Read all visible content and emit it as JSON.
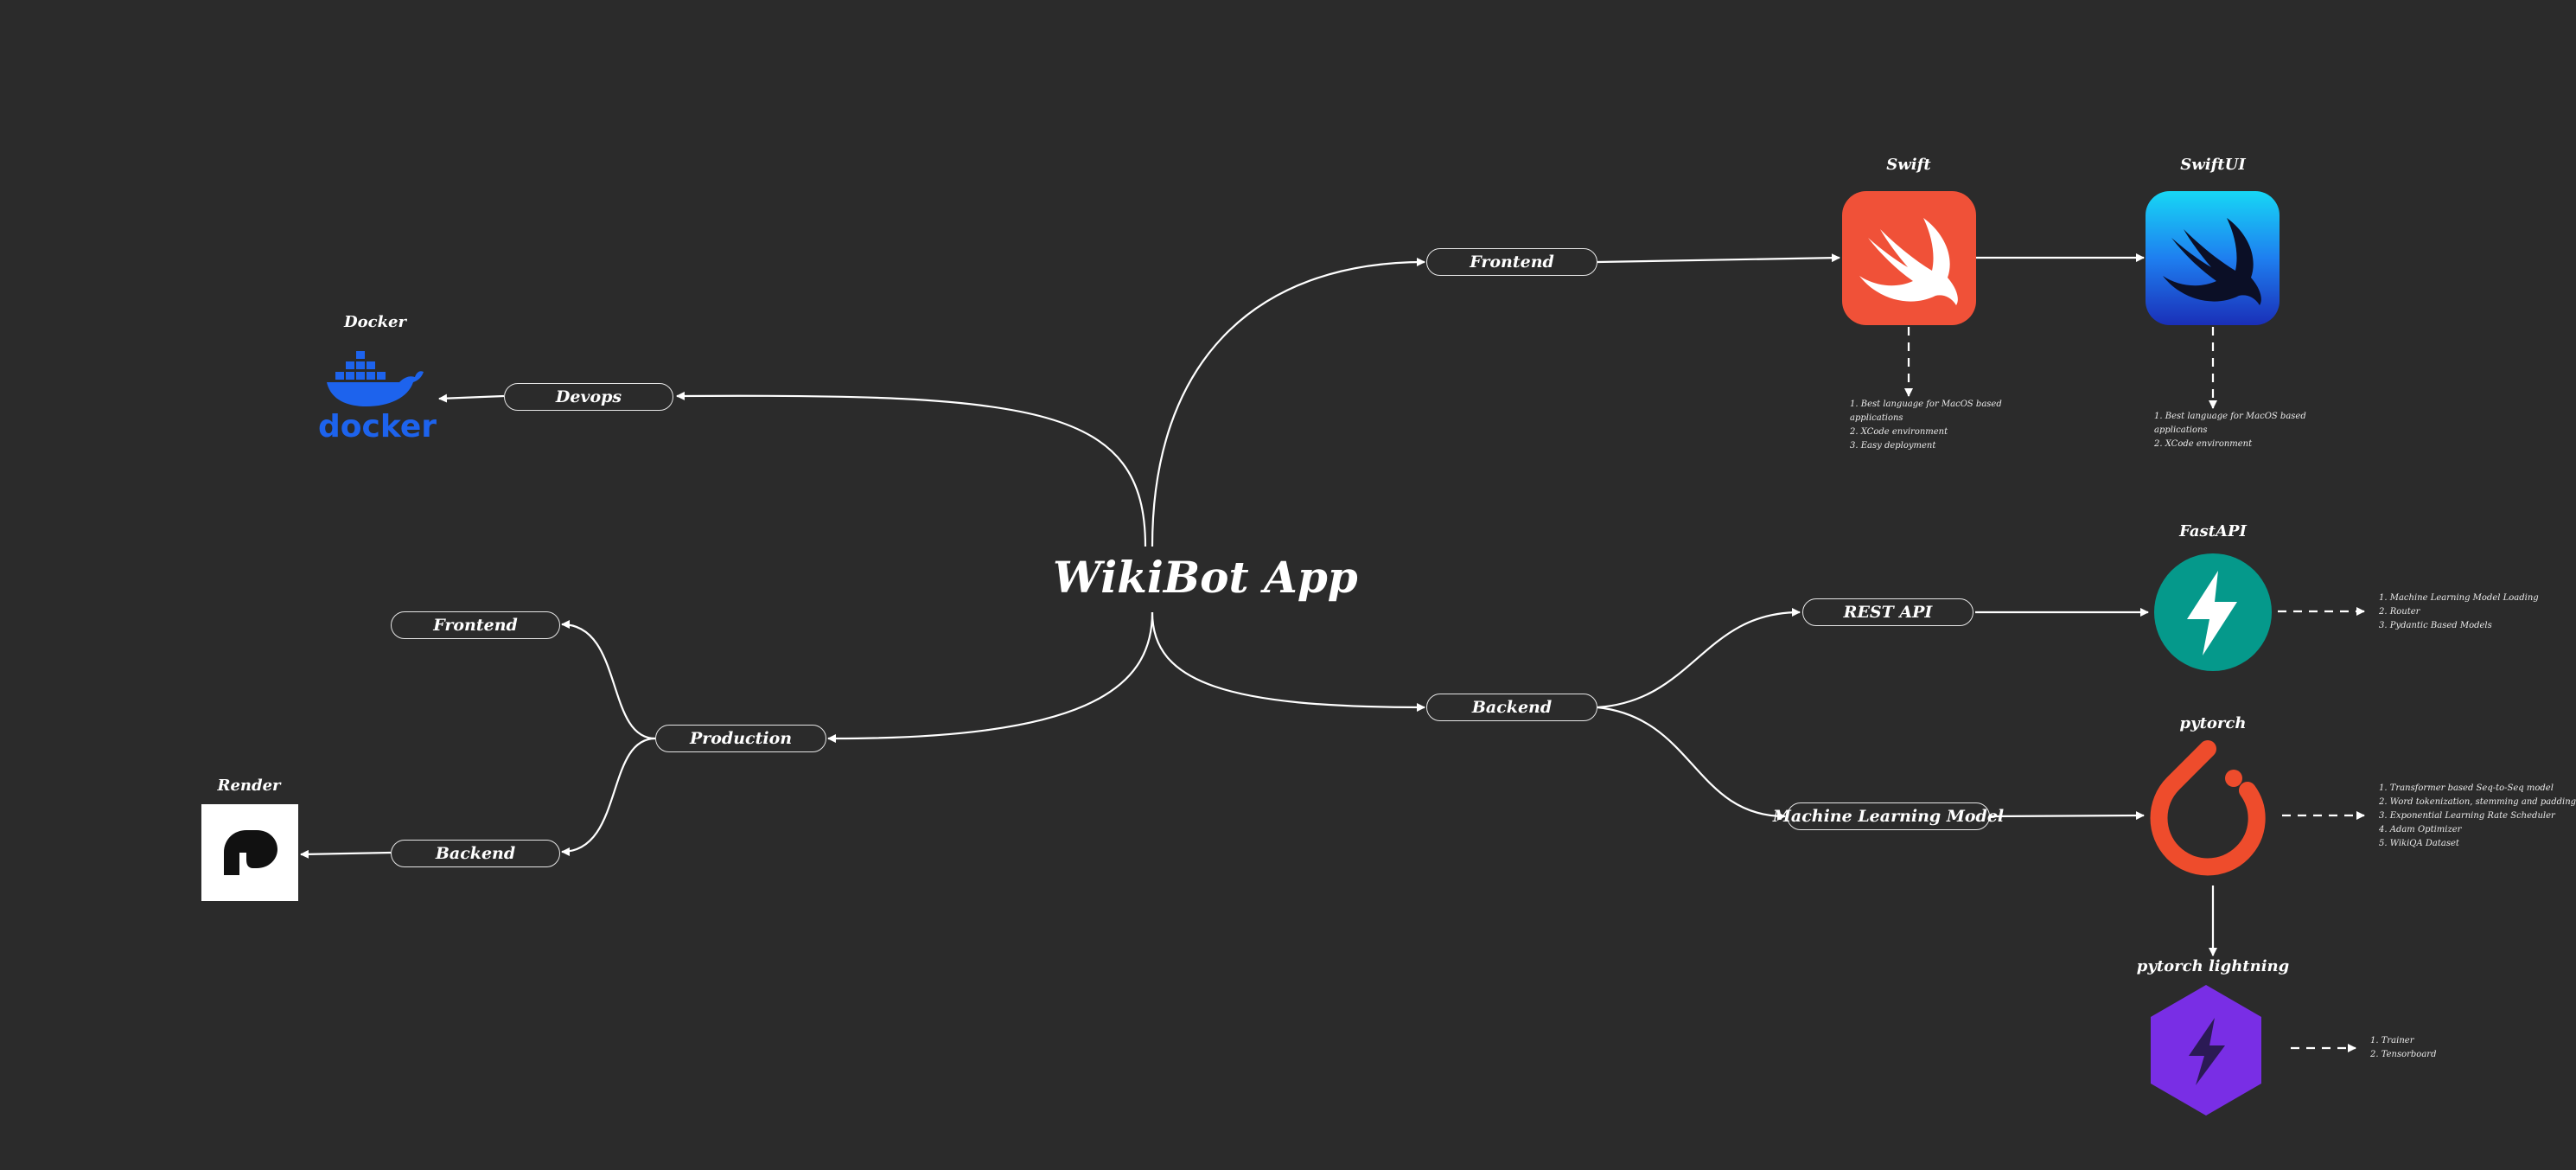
{
  "title": "WikiBot App",
  "branches": {
    "frontend": "Frontend",
    "backend": "Backend",
    "devops": "Devops",
    "production": "Production",
    "prod_frontend": "Frontend",
    "prod_backend": "Backend",
    "rest_api": "REST API",
    "ml_model": "Machine Learning Model"
  },
  "tools": {
    "swift": "Swift",
    "swiftui": "SwiftUI",
    "fastapi": "FastAPI",
    "pytorch": "pytorch",
    "lightning": "pytorch lightning",
    "docker": "Docker",
    "docker_wordmark": "docker",
    "render": "Render"
  },
  "notes": {
    "swift": [
      "1. Best language for MacOS based",
      "    applications",
      "2. XCode environment",
      "3. Easy deployment"
    ],
    "swiftui": [
      "1. Best language for MacOS based",
      "    applications",
      "2. XCode environment"
    ],
    "fastapi": [
      "1. Machine Learning Model Loading",
      "2. Router",
      "3. Pydantic Based Models"
    ],
    "pytorch": [
      "1. Transformer based Seq-to-Seq model",
      "2. Word tokenization, stemming and padding",
      "3. Exponential Learning Rate Scheduler",
      "4. Adam Optimizer",
      "5. WikiQA Dataset"
    ],
    "lightning": [
      "1. Trainer",
      "2. Tensorboard"
    ]
  },
  "colors": {
    "background": "#2b2b2b",
    "swift": "#f05138",
    "fastapi": "#05998b",
    "pytorch": "#ee4c2c",
    "lightning": "#792ee5",
    "docker": "#1d63ed"
  }
}
